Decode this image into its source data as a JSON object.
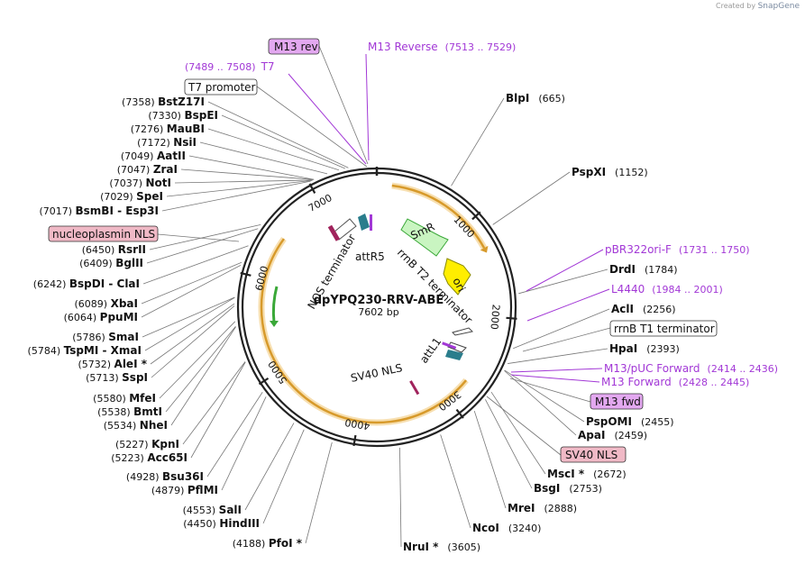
{
  "credit": {
    "prefix": "Created by",
    "brand": "SnapGene"
  },
  "plasmid": {
    "name": "dpYPQ230-RRV-ABE",
    "size_label": "7602 bp",
    "length": 7602
  },
  "ring_ticks": [
    "1000",
    "2000",
    "3000",
    "4000",
    "5000",
    "6000",
    "7000"
  ],
  "colors": {
    "backbone": "#222222",
    "orange_arc": "#d79a2b",
    "feature_green": "#3aa838",
    "smr_fill": "#c9f5c1",
    "ori_fill": "#ffee00",
    "teal": "#2a7d8c",
    "primer": "#a238d6",
    "primer_box": "#e3a8f0",
    "nls_box": "#f0b9c6"
  },
  "inner_labels": {
    "attR5": "attR5",
    "smr": "SmR",
    "rrnb_t2": "rrnB T2 terminator",
    "ori": "ori",
    "nos": "NOS terminator",
    "attl1": "attL1",
    "sv40": "SV40 NLS"
  },
  "sites_left": [
    {
      "name": "BstZ17I",
      "pos": "(7358)"
    },
    {
      "name": "BspEI",
      "pos": "(7330)"
    },
    {
      "name": "MauBI",
      "pos": "(7276)"
    },
    {
      "name": "NsiI",
      "pos": "(7172)"
    },
    {
      "name": "AatII",
      "pos": "(7049)"
    },
    {
      "name": "ZraI",
      "pos": "(7047)"
    },
    {
      "name": "NotI",
      "pos": "(7037)"
    },
    {
      "name": "SpeI",
      "pos": "(7029)"
    },
    {
      "name": "BsmBI - Esp3I",
      "pos": "(7017)"
    },
    {
      "name": "RsrII",
      "pos": "(6450)"
    },
    {
      "name": "BglII",
      "pos": "(6409)"
    },
    {
      "name": "BspDI - ClaI",
      "pos": "(6242)"
    },
    {
      "name": "XbaI",
      "pos": "(6089)"
    },
    {
      "name": "PpuMI",
      "pos": "(6064)"
    },
    {
      "name": "SmaI",
      "pos": "(5786)"
    },
    {
      "name": "TspMI - XmaI",
      "pos": "(5784)"
    },
    {
      "name": "AleI *",
      "pos": "(5732)"
    },
    {
      "name": "SspI",
      "pos": "(5713)"
    },
    {
      "name": "MfeI",
      "pos": "(5580)"
    },
    {
      "name": "BmtI",
      "pos": "(5538)"
    },
    {
      "name": "NheI",
      "pos": "(5534)"
    },
    {
      "name": "KpnI",
      "pos": "(5227)"
    },
    {
      "name": "Acc65I",
      "pos": "(5223)"
    },
    {
      "name": "Bsu36I",
      "pos": "(4928)"
    },
    {
      "name": "PflMI",
      "pos": "(4879)"
    },
    {
      "name": "SalI",
      "pos": "(4553)"
    },
    {
      "name": "HindIII",
      "pos": "(4450)"
    },
    {
      "name": "PfoI *",
      "pos": "(4188)"
    }
  ],
  "sites_right": [
    {
      "name": "BlpI",
      "pos": "(665)"
    },
    {
      "name": "PspXI",
      "pos": "(1152)"
    },
    {
      "name": "DrdI",
      "pos": "(1784)"
    },
    {
      "name": "AclI",
      "pos": "(2256)"
    },
    {
      "name": "HpaI",
      "pos": "(2393)"
    },
    {
      "name": "PspOMI",
      "pos": "(2455)"
    },
    {
      "name": "ApaI",
      "pos": "(2459)"
    },
    {
      "name": "MscI *",
      "pos": "(2672)"
    },
    {
      "name": "BsgI",
      "pos": "(2753)"
    },
    {
      "name": "MreI",
      "pos": "(2888)"
    },
    {
      "name": "NcoI",
      "pos": "(3240)"
    },
    {
      "name": "NruI *",
      "pos": "(3605)"
    }
  ],
  "primers": [
    {
      "name": "M13 Reverse",
      "pos": "(7513 .. 7529)"
    },
    {
      "name": "T7",
      "pos": "(7489 .. 7508)"
    },
    {
      "name": "pBR322ori-F",
      "pos": "(1731 .. 1750)"
    },
    {
      "name": "L4440",
      "pos": "(1984 .. 2001)"
    },
    {
      "name": "M13/pUC Forward",
      "pos": "(2414 .. 2436)"
    },
    {
      "name": "M13 Forward",
      "pos": "(2428 .. 2445)"
    }
  ],
  "boxed_features": {
    "m13rev": "M13 rev",
    "t7promoter": "T7 promoter",
    "nucleoplasmin": "nucleoplasmin NLS",
    "rrnbt1": "rrnB T1 terminator",
    "m13fwd": "M13 fwd",
    "sv40nls": "SV40 NLS"
  }
}
